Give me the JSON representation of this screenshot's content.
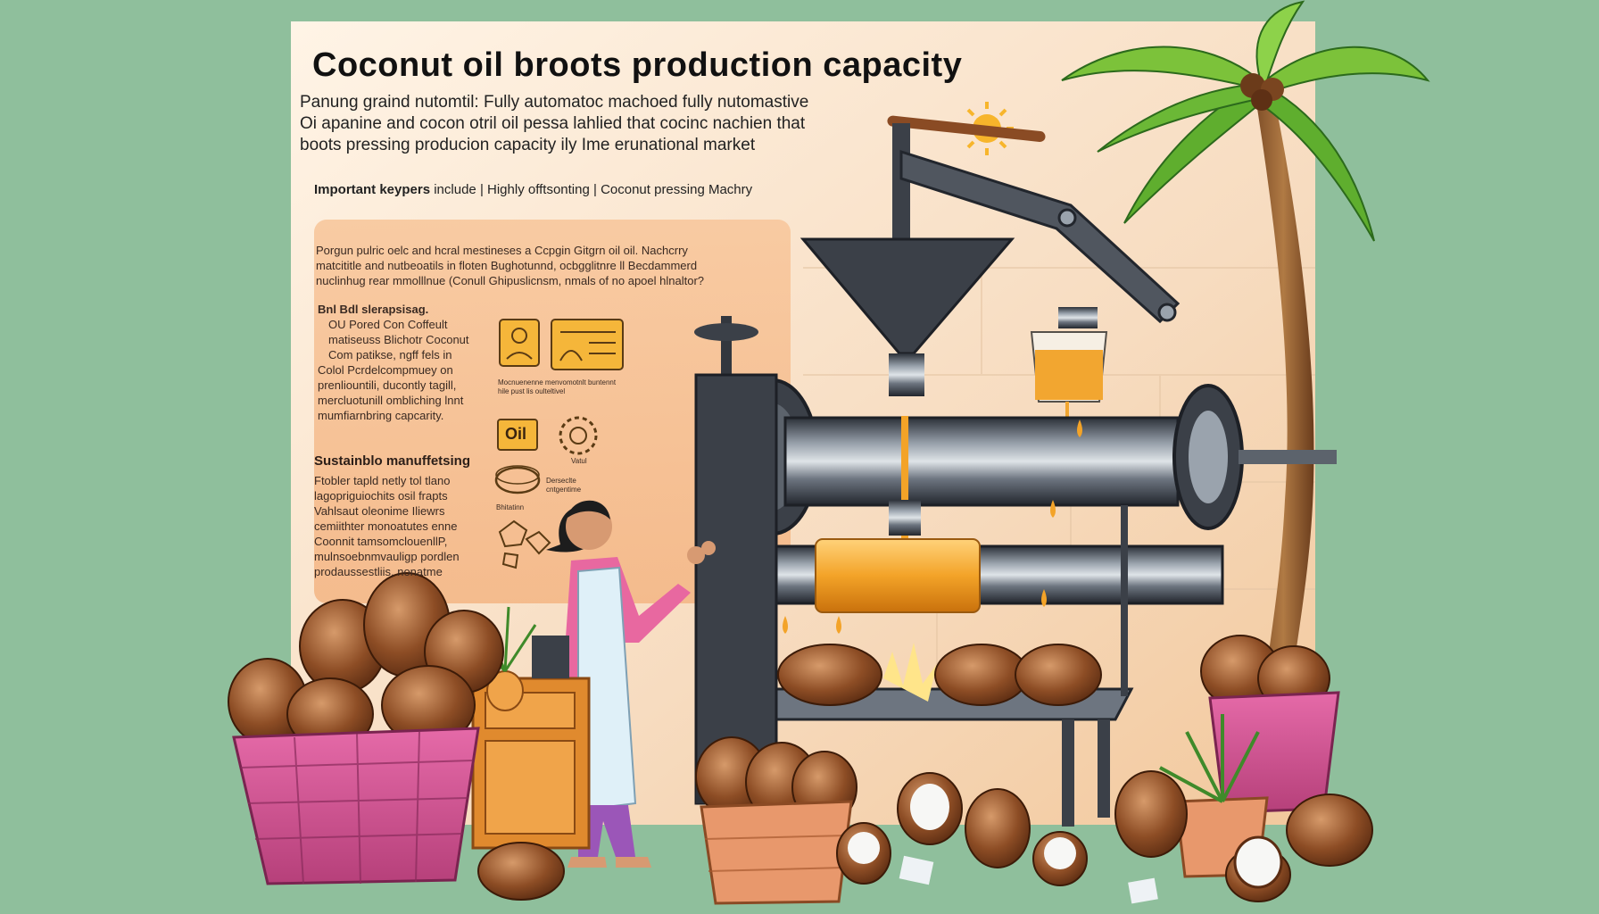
{
  "title": "Coconut oil broots production capacity",
  "subtitle_lines": [
    "Panung graind nutomtil: Fully automatoc machoed fully nutomastive",
    "Oi apanine and cocon otril oil pessa lahlied that cocinc nachien that",
    "boots pressing producion capacity ily Ime erunational market"
  ],
  "keywords": {
    "label": "Important keypers",
    "items": [
      "include",
      "Highly offtsonting",
      "Coconut pressing Machry"
    ]
  },
  "panel": {
    "intro_lines": [
      "Porgun pulric oelc and hcral mestineses a Ccpgin Gitgrn oil oil. Nachcrry",
      "matcititle and nutbeoatils in floten Bughotunnd, ocbgglitnre ll Becdammerd",
      "nuclinhug rear mmolllnue (Conull Ghipuslicnsm, nmals of no apoel hlnaltor?"
    ],
    "section1_heading": "Bnl Bdl slerapsisag.",
    "section1_lines": [
      "OU Pored Con Coffeult",
      "matiseuss Blichotr Coconut",
      "Com patikse, ngff fels in",
      "Colol Pcrdelcompmuey on",
      "prenliountili, ducontly tagill,",
      "mercluotunill ombliching lnnt",
      "mumfiarnbring capcarity."
    ],
    "section2_heading": "Sustainblo manuffetsing",
    "section2_lines": [
      "Ftobler tapld netly tol tlano",
      "lagopriguiochits osil frapts",
      "Vahlsaut oleonime Iliewrs",
      "cemiithter monoatutes enne",
      "Coonnit tamsomclouenllP,",
      "mulnsoebnmvauligp pordlen",
      "prodaussestliis, nonatme"
    ],
    "icon_caption_1": "Mocnuenenne menvomotnlt buntennt hile pust lis oulteltivel",
    "icon_caption_2": "Vatul",
    "icon_caption_3": "Derseclte cntgentime",
    "icon_caption_4": "Bhitatinn",
    "oil_badge": "Oil"
  },
  "colors": {
    "background": "#8fbf9c",
    "panel": "#f6c79a",
    "title": "#111111",
    "oil": "#f0a020",
    "basket": "#d8579a",
    "machine": "#3b4048"
  },
  "icons": [
    "sun-icon",
    "person-badge-icon",
    "id-card-icon",
    "oil-badge-icon",
    "gear-icon",
    "ring-icon",
    "coconut-chunks-icon"
  ]
}
